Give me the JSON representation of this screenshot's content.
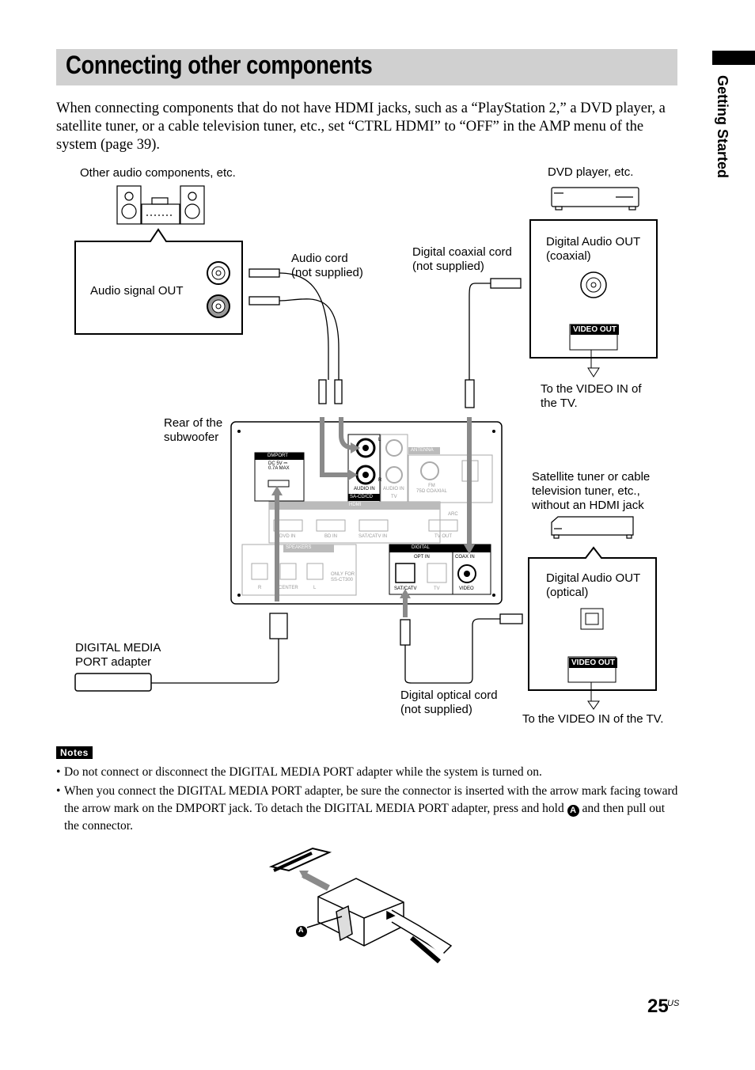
{
  "header": {
    "title": "Connecting other components",
    "side_tab": "Getting Started"
  },
  "intro": "When connecting components that do not have HDMI jacks, such as a “PlayStation 2,” a DVD player, a satellite tuner, or a cable television tuner, etc., set “CTRL HDMI” to “OFF” in the AMP menu of the system (page 39).",
  "diagram": {
    "other_audio": "Other audio components, etc.",
    "audio_signal_out": "Audio signal OUT",
    "audio_cord": "Audio cord\n(not supplied)",
    "digital_coax_cord": "Digital coaxial cord\n(not supplied)",
    "dvd_player": "DVD player, etc.",
    "digital_audio_out_coax": "Digital Audio OUT\n(coaxial)",
    "video_out_1": "VIDEO OUT",
    "to_video_in_1": "To the VIDEO IN of\nthe TV.",
    "rear_subwoofer": "Rear of the\nsubwoofer",
    "satellite_tuner": "Satellite tuner or cable\ntelevision tuner, etc.,\nwithout an HDMI jack",
    "digital_audio_out_optical": "Digital Audio OUT\n(optical)",
    "video_out_2": "VIDEO OUT",
    "to_video_in_2": "To the VIDEO IN of the TV.",
    "dmport_adapter": "DIGITAL MEDIA\nPORT adapter",
    "digital_optical_cord": "Digital optical cord\n(not supplied)",
    "panel": {
      "dmport": "DMPORT",
      "dc": "DC 5V ⎓\n0.7A MAX",
      "audio_in_1": "AUDIO IN",
      "sa_cd": "SA-CD/CD",
      "audio_in_2": "AUDIO IN",
      "tv": "TV",
      "antenna": "ANTENNA",
      "fm": "FM\n75Ω COAXIAL",
      "hdmi": "HDMI",
      "arc": "ARC",
      "dvd_in": "DVD IN",
      "bd_in": "BD IN",
      "sat_catv_in": "SAT/CATV IN",
      "tv_out": "TV OUT",
      "speakers": "SPEAKERS",
      "sp_r": "R",
      "sp_center": "CENTER",
      "sp_l": "L",
      "only_for": "ONLY FOR\nSS-CT300",
      "digital": "DIGITAL",
      "opt_in": "OPT IN",
      "coax_in": "COAX IN",
      "sat_catv": "SAT/CATV",
      "tv2": "TV",
      "video": "VIDEO",
      "l": "L",
      "r": "R"
    },
    "callout_a": "A"
  },
  "notes": {
    "label": "Notes",
    "items": [
      "Do not connect or disconnect the DIGITAL MEDIA PORT adapter while the system is turned on.",
      "When you connect the DIGITAL MEDIA PORT adapter, be sure the connector is inserted with the arrow mark facing toward the arrow mark on the DMPORT jack. To detach the DIGITAL MEDIA PORT adapter, press and hold"
    ],
    "item2_tail": "and then pull out the connector.",
    "bullet": "•"
  },
  "footer": {
    "page_number": "25",
    "page_suffix": "US"
  },
  "colors": {
    "title_bar": "#d0d0d0",
    "arrow_gray": "#8a8a8a"
  }
}
